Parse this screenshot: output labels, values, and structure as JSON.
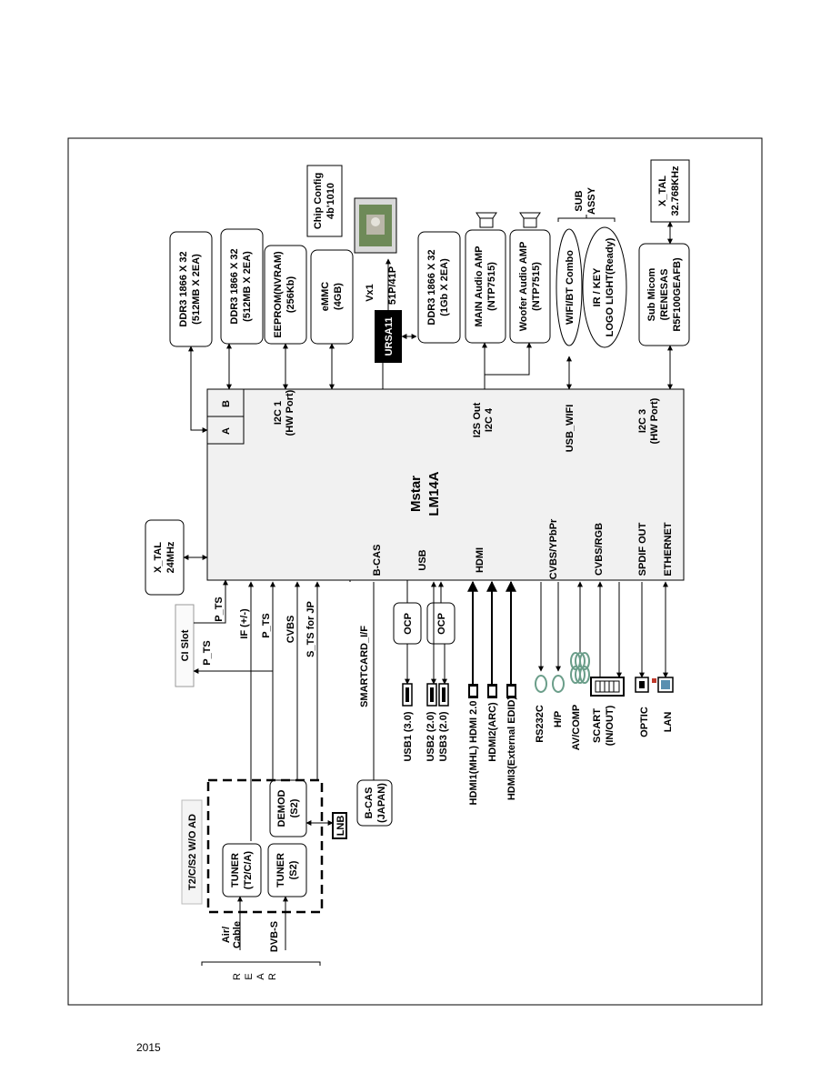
{
  "footer": {
    "year": "2015"
  },
  "main_chip": {
    "line1": "Mstar",
    "line2": "LM14A"
  },
  "chip_ports": {
    "a": "A",
    "b": "B"
  },
  "chip_labels": {
    "i2c1_1": "I2C 1",
    "i2c1_2": "(HW Port)",
    "i2s": "I2S Out",
    "i2c4": "I2C 4",
    "usb_wifi": "USB_WIFI",
    "i2c3_1": "I2C 3",
    "i2c3_2": "(HW Port)",
    "bcas": "B-CAS",
    "usb": "USB",
    "hdmi": "HDMI",
    "cvbs_ypbpr": "CVBS/YPbPr",
    "cvbs_rgb": "CVBS/RGB",
    "spdif": "SPDIF OUT",
    "ethernet": "ETHERNET"
  },
  "xtal_main": {
    "line1": "X_TAL",
    "line2": "24MHz"
  },
  "xtal_sub": {
    "line1": "X_TAL",
    "line2": "32.768KHz"
  },
  "top_blocks": {
    "ddr_a": {
      "line1": "DDR3 1866 X 32",
      "line2": "(512MB X 2EA)"
    },
    "ddr_b": {
      "line1": "DDR3 1866 X 32",
      "line2": "(512MB X 2EA)"
    },
    "eeprom": {
      "line1": "EEPROM(NVRAM)",
      "line2": "(256Kb)"
    },
    "emmc": {
      "line1": "eMMC",
      "line2": "(4GB)"
    },
    "chip_config": {
      "line1": "Chip Config",
      "line2": "4b'1010"
    },
    "vx1": "Vx1",
    "vx1_pins": "51P/41P",
    "ursa": "URSA11",
    "ddr_ursa": {
      "line1": "DDR3 1866 X 32",
      "line2": "(1Gb X 2EA)"
    },
    "main_amp": {
      "line1": "MAIN Audio AMP",
      "line2": "(NTP7515)"
    },
    "woofer_amp": {
      "line1": "Woofer Audio AMP",
      "line2": "(NTP7515)"
    },
    "wifi": "WIFI/BT Combo",
    "irkey": {
      "line1": "IR / KEY",
      "line2": "LOGO LIGHT(Ready)"
    },
    "sub_assy": {
      "line1": "SUB",
      "line2": "ASSY"
    },
    "sub_micom": {
      "line1": "Sub Micom",
      "line2": "(RENESAS",
      "line3": "R5F100GEAFB)"
    }
  },
  "left_side": {
    "ci_slot": "CI Slot",
    "p_ts_1": "P_TS",
    "p_ts_2": "P_TS",
    "if": "IF (+/-)",
    "p_ts_3": "P_TS",
    "cvbs": "CVBS",
    "s_ts": "S_TS for JP",
    "smartcard": "SMARTCARD_I/F",
    "ocp1": "OCP",
    "ocp2": "OCP",
    "tuner_box": "T2/C/S2 W/O AD",
    "tuner1": {
      "line1": "TUNER",
      "line2": "(T2/C/A)"
    },
    "tuner2": {
      "line1": "TUNER",
      "line2": "(S2)"
    },
    "demod": {
      "line1": "DEMOD",
      "line2": "(S2)"
    },
    "lnb": "LNB",
    "bcas_japan": {
      "line1": "B-CAS",
      "line2": "(JAPAN)"
    },
    "air_cable": {
      "line1": "Air/",
      "line2": "Cable"
    },
    "dvbs": "DVB-S",
    "rear": [
      "R",
      "E",
      "A",
      "R"
    ]
  },
  "connectors": {
    "usb1": "USB1 (3.0)",
    "usb2": "USB2 (2.0)",
    "usb3": "USB3 (2.0)",
    "hdmi1": "HDMI1(MHL) HDMI 2.0",
    "hdmi2": "HDMI2(ARC)",
    "hdmi3": "HDMI3(External EDID)",
    "rs232": "RS232C",
    "hp": "H/P",
    "avcomp": "AV/COMP",
    "scart1": "SCART",
    "scart2": "(IN/OUT)",
    "optic": "OPTIC",
    "lan": "LAN"
  }
}
